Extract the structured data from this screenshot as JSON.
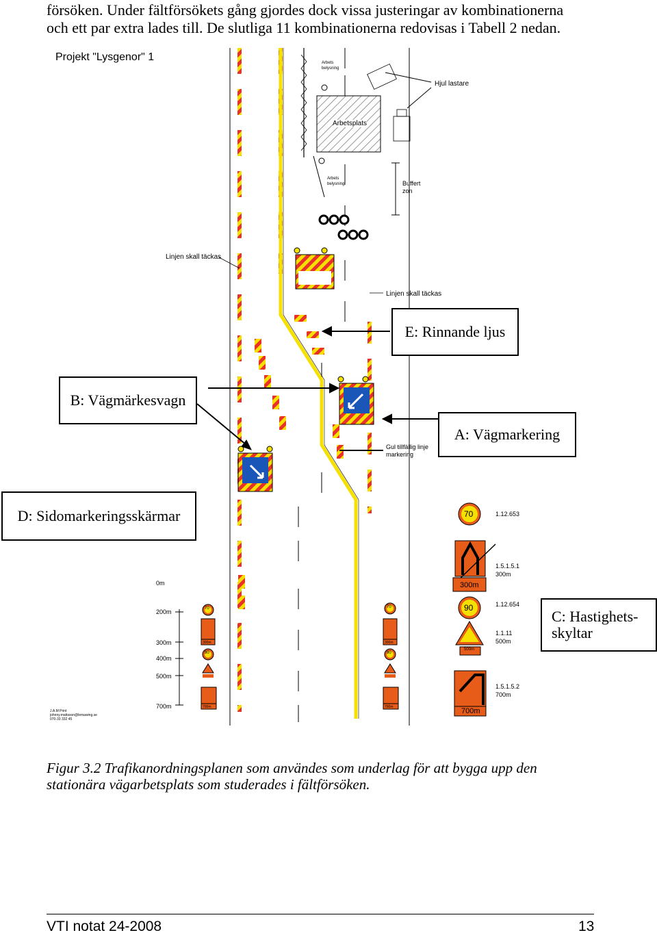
{
  "body_text": {
    "line1": "försöken. Under fältförsökets gång gjordes dock vissa justeringar av kombinationerna",
    "line2": "och ett par extra lades till. De slutliga 11 kombinationerna redovisas i Tabell 2 nedan."
  },
  "diagram": {
    "project_title": "Projekt \"Lysgenor\" 1",
    "arbets_belysning_top": "Arbets belysning",
    "hjul_lastare": "Hjul lastare",
    "arbetsplats": "Arbetsplats",
    "arbets_belysning_bottom": "Arbets belysning",
    "buffert_zon": "Buffert zon",
    "linjen_left": "Linjen skall täckas",
    "linjen_right": "Linjen skall täckas",
    "box_e": "E: Rinnande ljus",
    "box_b": "B: Vägmärkesvagn",
    "box_a": "A: Vägmarkering",
    "gul_linje": "Gul tillfällig linje markering",
    "box_d": "D: Sidomarkeringsskärmar",
    "box_c": "C: Hastighets- skyltar",
    "sign_70": "70",
    "sign_90": "90",
    "code_12653": "1.12.653",
    "code_1511": "1.5.1.5.1",
    "dist_300m_a": "300m",
    "plate_300m": "300m",
    "code_12654": "1.12.654",
    "code_111": "1.1.11",
    "dist_500m": "500m",
    "plate_500m": "500m",
    "code_1512": "1.5.1.5.2",
    "dist_700m": "700m",
    "plate_700m": "700m",
    "scale": [
      "0m",
      "200m",
      "300m",
      "400m",
      "500m",
      "700m"
    ],
    "mini_70": "70",
    "mini_90": "90",
    "mini_300m": "300m",
    "mini_700m": "700m",
    "credit_1": "J.A.M Print",
    "credit_2": "johnny.mattsson@lemawing.se",
    "credit_3": "070-33 332 45",
    "colors": {
      "warning_red": "#e8312a",
      "warning_yellow": "#f5e000",
      "sign_orange": "#e85c1a",
      "sign_blue": "#1a56b8"
    }
  },
  "caption": {
    "line1": "Figur 3.2  Trafikanordningsplanen som användes som underlag för att bygga upp den",
    "line2": "stationära vägarbetsplats som studerades i fältförsöken."
  },
  "footer": {
    "left": "VTI notat 24-2008",
    "right": "13"
  }
}
